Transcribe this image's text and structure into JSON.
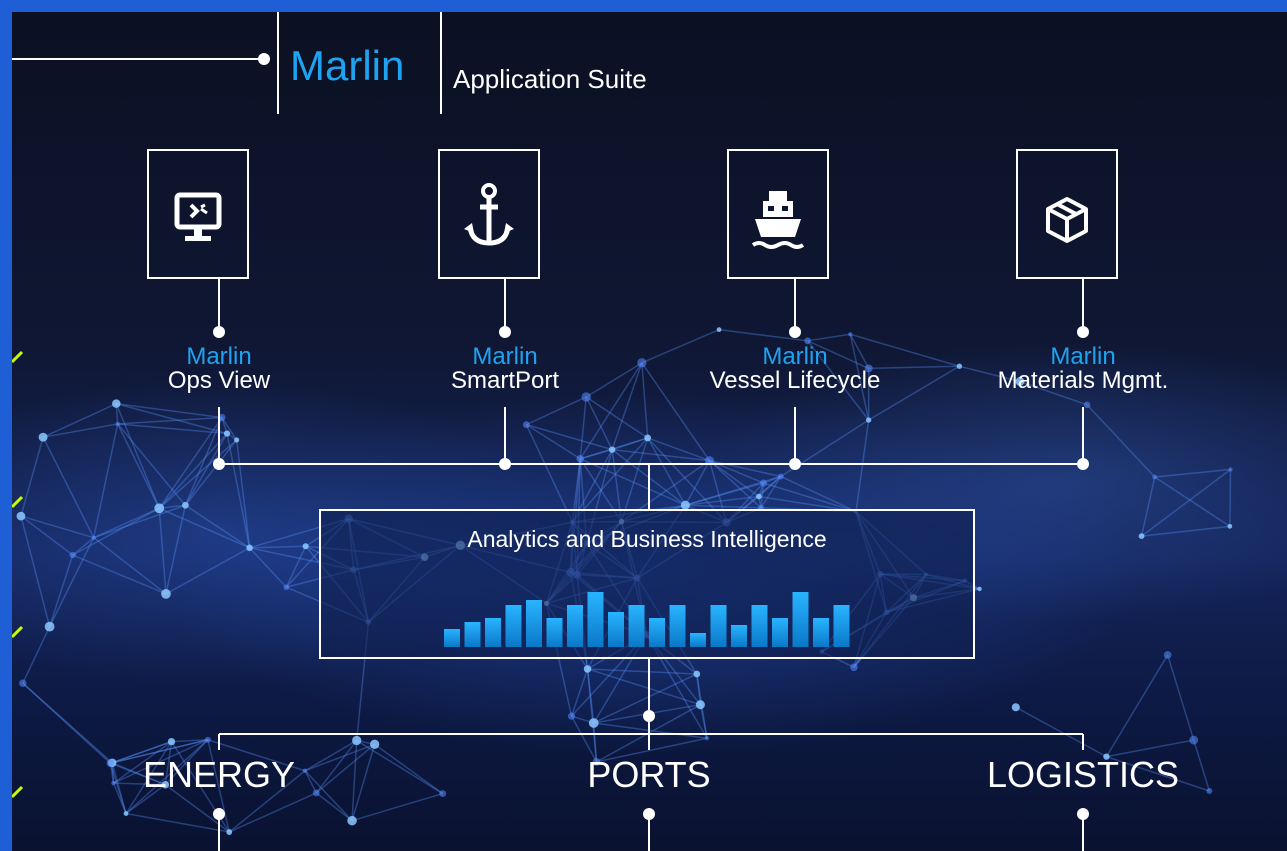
{
  "header": {
    "brand": "Marlin",
    "subtitle": "Application Suite"
  },
  "apps": [
    {
      "brand": "Marlin",
      "name": "Ops View",
      "icon": "monitor-icon"
    },
    {
      "brand": "Marlin",
      "name": "SmartPort",
      "icon": "anchor-icon"
    },
    {
      "brand": "Marlin",
      "name": "Vessel Lifecycle",
      "icon": "ship-icon"
    },
    {
      "brand": "Marlin",
      "name": "Materials Mgmt.",
      "icon": "box-icon"
    }
  ],
  "analytics": {
    "title": "Analytics and Business Intelligence",
    "bar_levels": [
      0.38,
      0.52,
      0.6,
      0.87,
      0.98,
      0.6,
      0.87,
      1.15,
      0.72,
      0.87,
      0.6,
      0.87,
      0.29,
      0.87,
      0.45,
      0.87,
      0.6,
      1.15,
      0.6,
      0.87
    ]
  },
  "sectors": [
    {
      "label": "ENERGY"
    },
    {
      "label": "PORTS"
    },
    {
      "label": "LOGISTICS"
    }
  ],
  "colors": {
    "accent": "#1fa3f0",
    "frame": "#1e5fd6",
    "lime": "#c8ff00"
  }
}
